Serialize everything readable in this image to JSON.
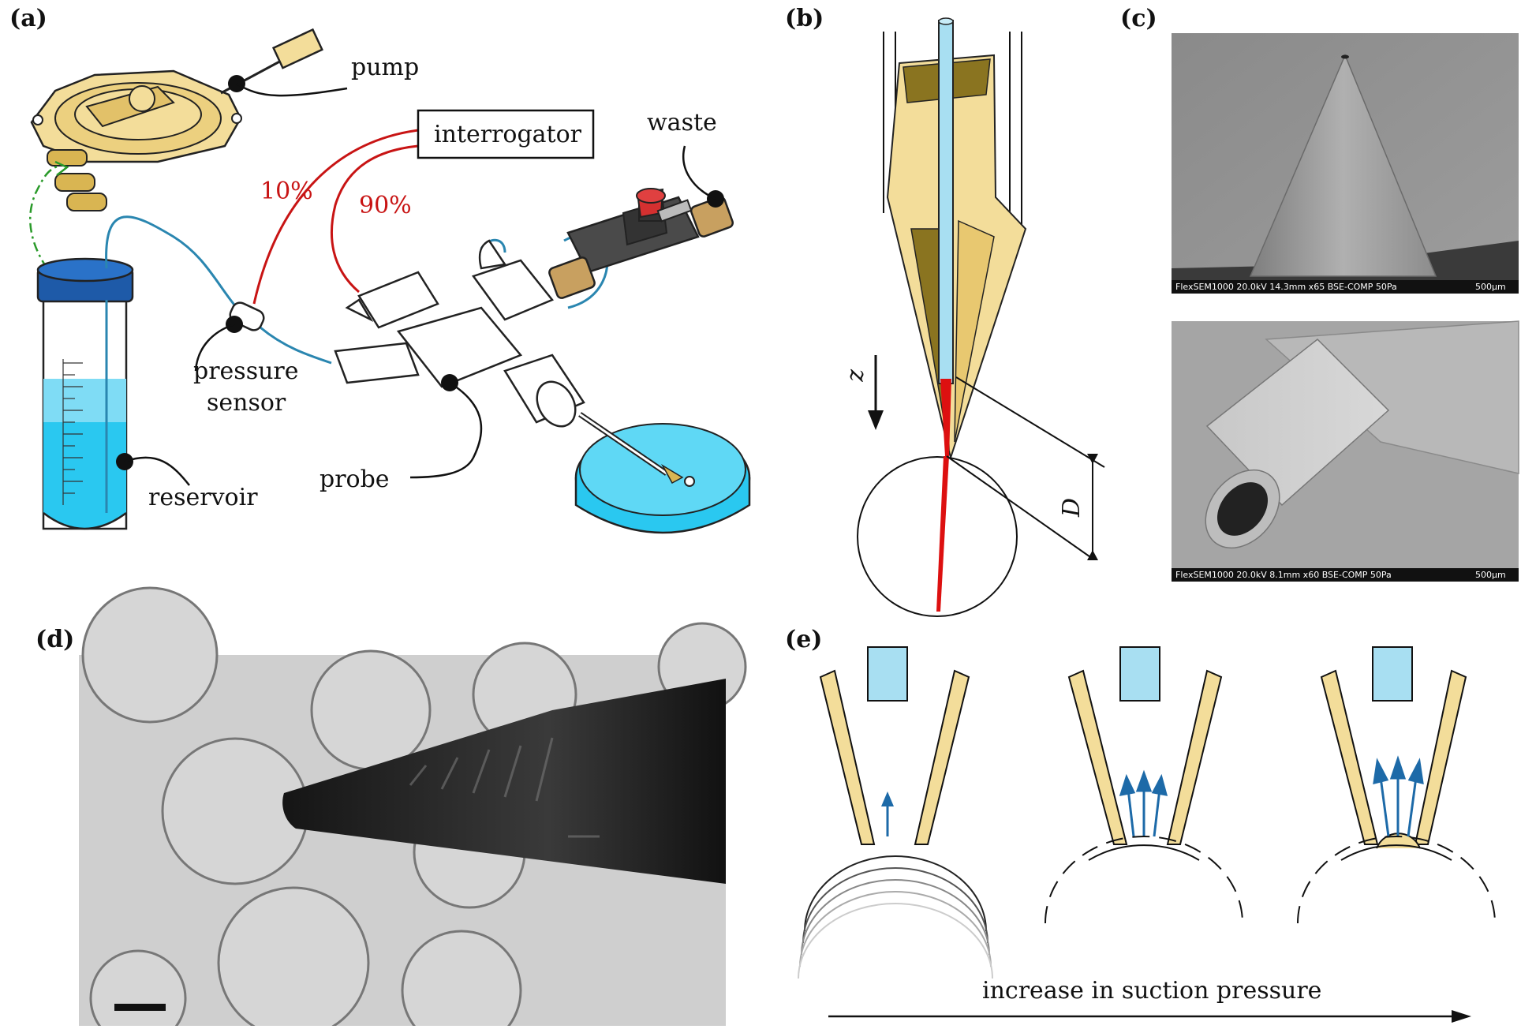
{
  "panels": {
    "a": "(a)",
    "b": "(b)",
    "c": "(c)",
    "d": "(d)",
    "e": "(e)"
  },
  "panel_a": {
    "pump": "pump",
    "interrogator": "interrogator",
    "waste": "waste",
    "pct_10": "10%",
    "pct_90": "90%",
    "pressure": "pressure",
    "sensor": "sensor",
    "reservoir": "reservoir",
    "probe": "probe"
  },
  "panel_b": {
    "z_label": "z",
    "d_label": "D"
  },
  "panel_c": {
    "top_info": "FlexSEM1000 20.0kV 14.3mm x65 BSE-COMP 50Pa",
    "top_scale": "500μm",
    "bottom_info": "FlexSEM1000 20.0kV 8.1mm x60 BSE-COMP 50Pa",
    "bottom_scale": "500μm"
  },
  "panel_e": {
    "caption": "increase in suction pressure"
  },
  "colors": {
    "gold": "#f3dd9a",
    "gold_dark": "#d9b552",
    "water": "#2ac8f0",
    "fiber": "#a8dff2",
    "red": "#c81414",
    "tube": "#2a86b0",
    "arrow": "#1d6aa8"
  }
}
